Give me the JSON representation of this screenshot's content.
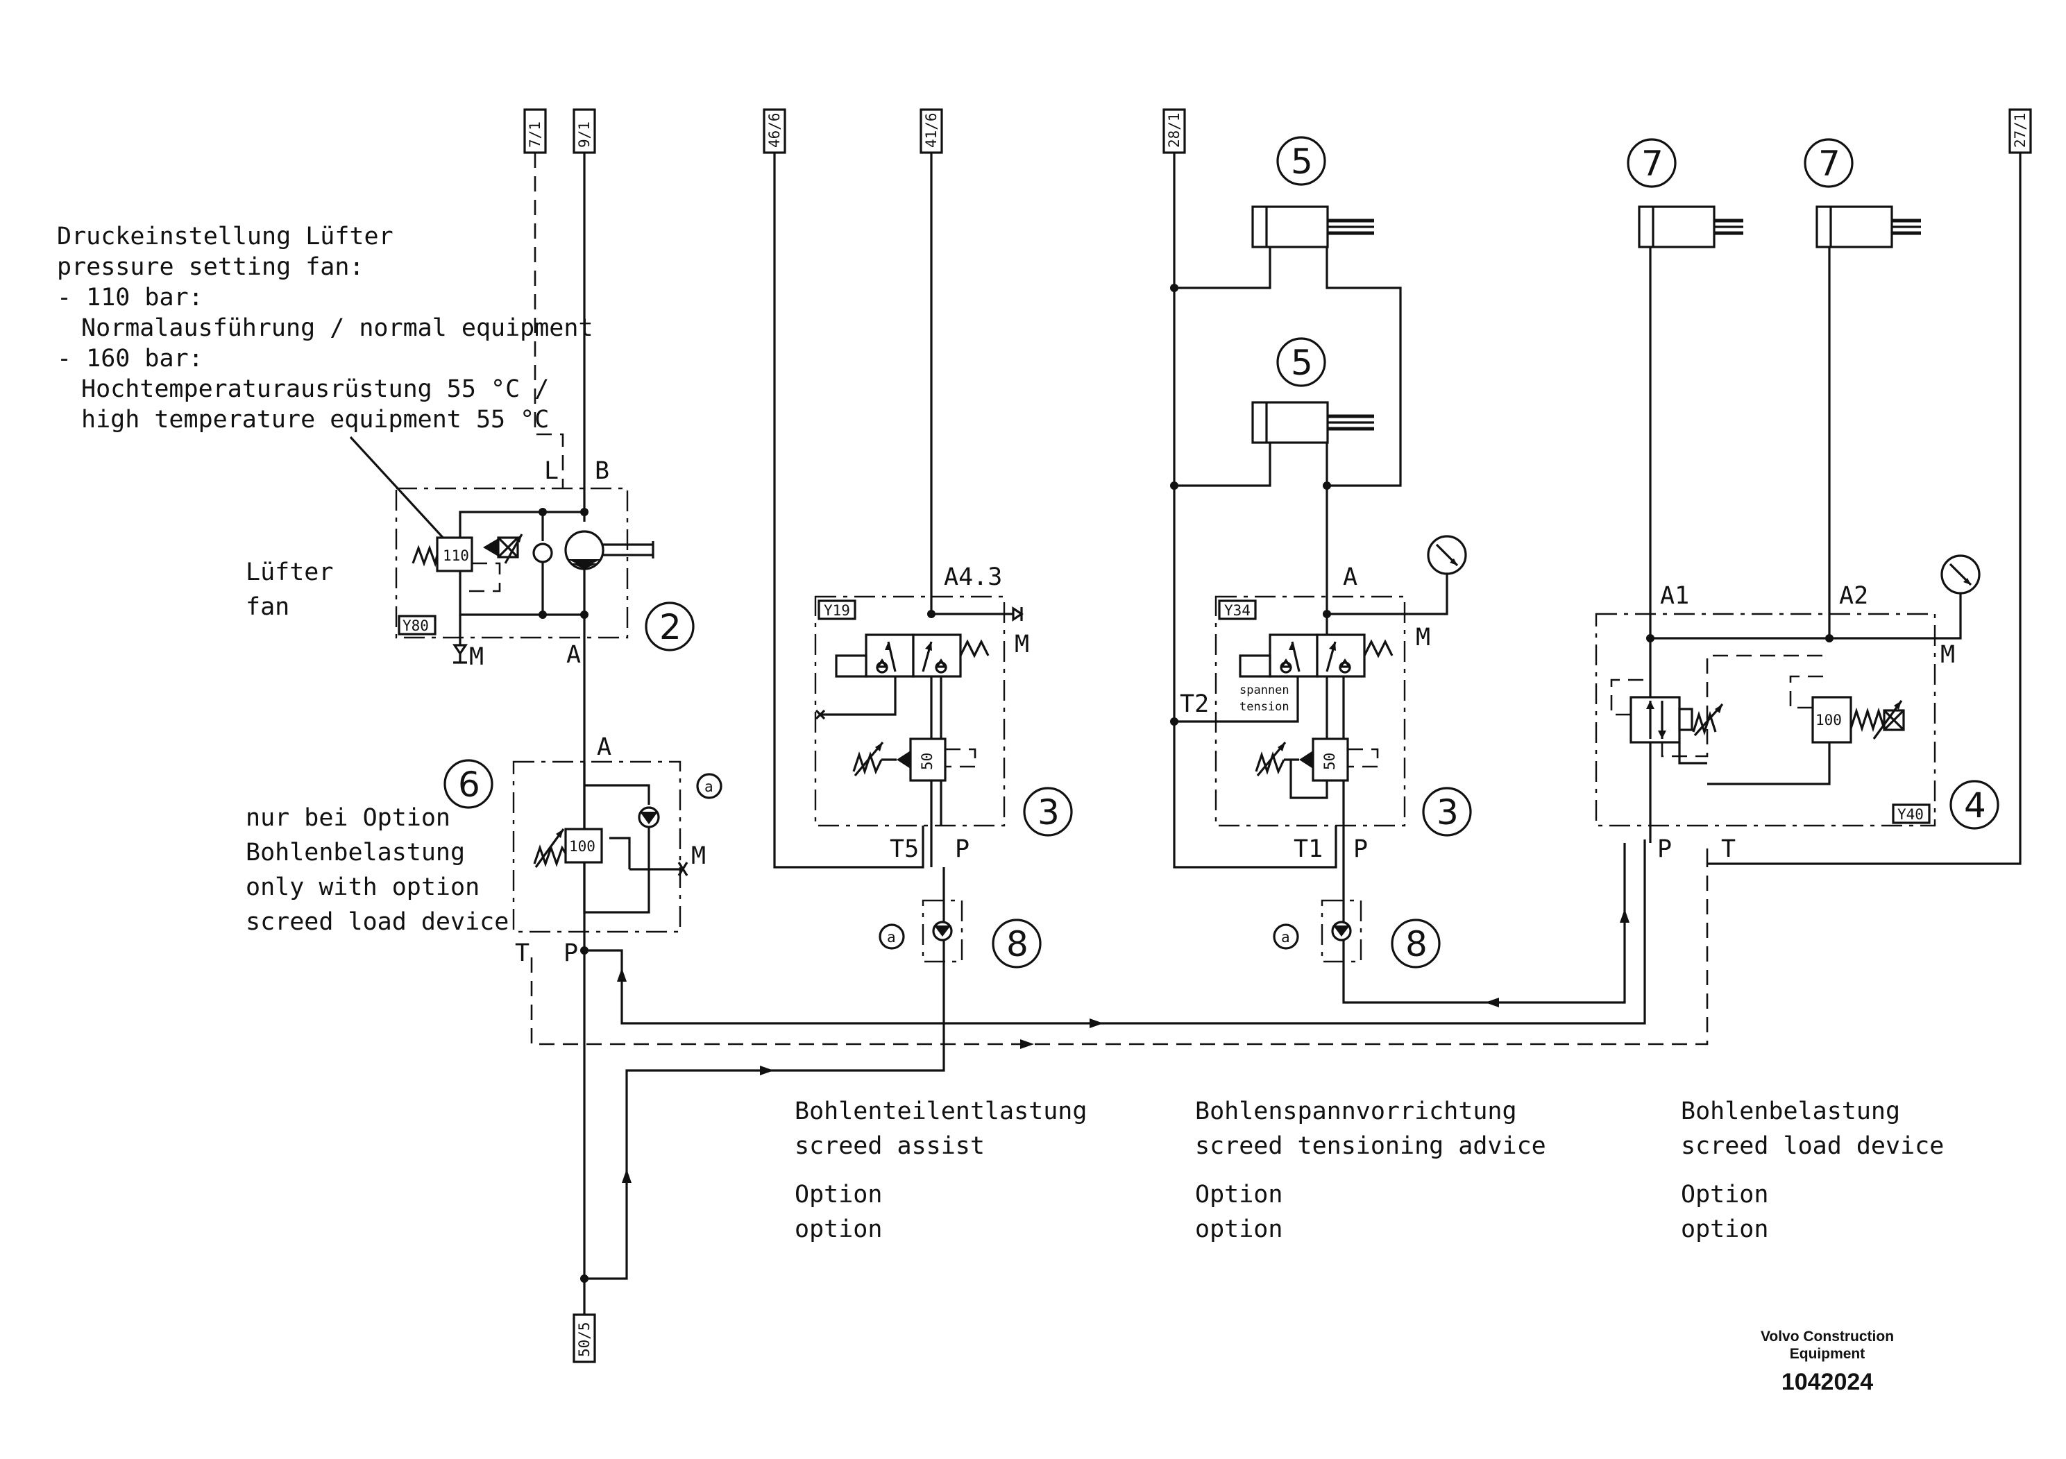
{
  "pressure_note": {
    "line1": "Druckeinstellung Lüfter",
    "line2": "pressure setting fan:",
    "line3": "- 110 bar:",
    "line4": "Normalausführung / normal equipment",
    "line5": "- 160 bar:",
    "line6": "Hochtemperaturausrüstung 55 °C /",
    "line7": "high temperature equipment 55 °C"
  },
  "fan_label": {
    "de": "Lüfter",
    "en": "fan"
  },
  "option_note": {
    "line1": "nur bei Option",
    "line2": "Bohlenbelastung",
    "line3": "only with option",
    "line4": "screed load device"
  },
  "line_refs": {
    "r71": "7/1",
    "r91": "9/1",
    "r466": "46/6",
    "r416": "41/6",
    "r281": "28/1",
    "r271": "27/1",
    "r505": "50/5"
  },
  "ports": {
    "L": "L",
    "B": "B",
    "A": "A",
    "M": "M",
    "T": "T",
    "P": "P",
    "A43": "A4.3",
    "T5": "T5",
    "T1": "T1",
    "T2": "T2",
    "A1": "A1",
    "A2": "A2"
  },
  "solenoids": {
    "y80": "Y80",
    "y19": "Y19",
    "y34": "Y34",
    "y40": "Y40"
  },
  "valve_settings": {
    "v110": "110",
    "v100": "100",
    "v50": "50"
  },
  "markers": {
    "a": "a"
  },
  "tension_label": {
    "de": "spannen",
    "en": "tension"
  },
  "component_numbers": {
    "n2": "2",
    "n3": "3",
    "n4": "4",
    "n5": "5",
    "n6": "6",
    "n7": "7",
    "n8": "8"
  },
  "captions": {
    "screed_assist": {
      "de": "Bohlenteilentlastung",
      "en": "screed assist",
      "opt_de": "Option",
      "opt_en": "option"
    },
    "screed_tension": {
      "de": "Bohlenspannvorrichtung",
      "en": "screed tensioning advice",
      "opt_de": "Option",
      "opt_en": "option"
    },
    "screed_load": {
      "de": "Bohlenbelastung",
      "en": "screed load device",
      "opt_de": "Option",
      "opt_en": "option"
    }
  },
  "footer": {
    "company1": "Volvo Construction",
    "company2": "Equipment",
    "doc_number": "1042024"
  }
}
